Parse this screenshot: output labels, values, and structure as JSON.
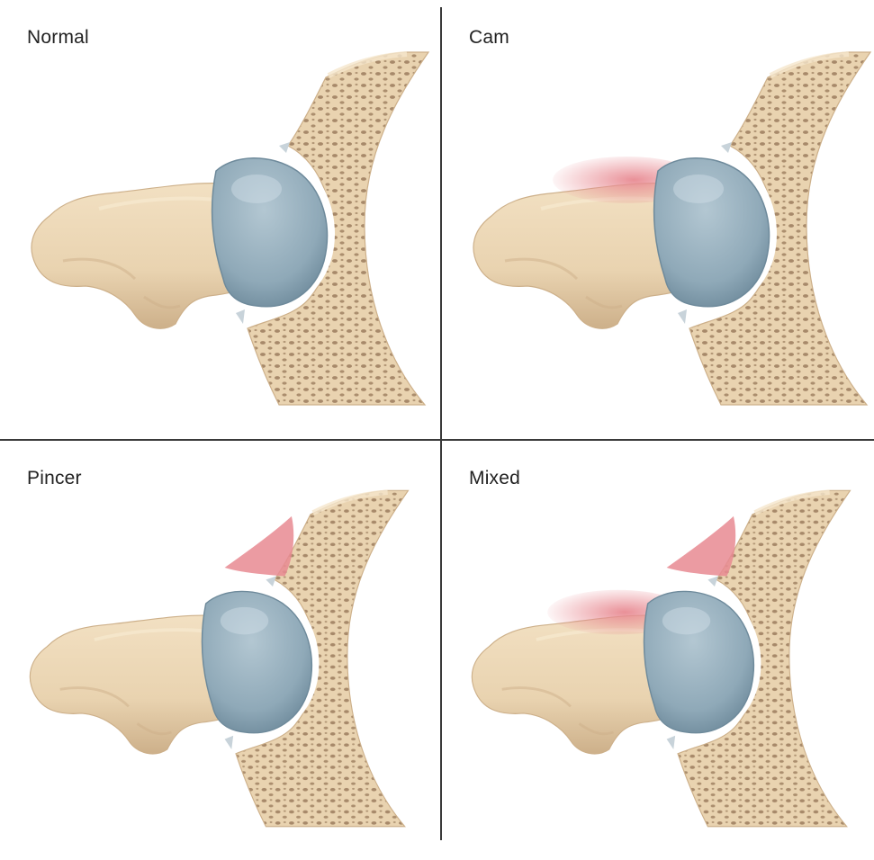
{
  "panels": [
    {
      "label": "Normal",
      "cam": false,
      "pincer": false
    },
    {
      "label": "Cam",
      "cam": true,
      "pincer": false
    },
    {
      "label": "Pincer",
      "cam": false,
      "pincer": true
    },
    {
      "label": "Mixed",
      "cam": true,
      "pincer": true
    }
  ],
  "colors": {
    "bone": "#e9d3b0",
    "bone_shadow": "#cdb08a",
    "cartilage": "#8fa9b8",
    "cartilage_dark": "#6e8a9b",
    "lesion": "#e88a92",
    "pore": "#9b7d5e",
    "divider": "#3a3a3a"
  }
}
